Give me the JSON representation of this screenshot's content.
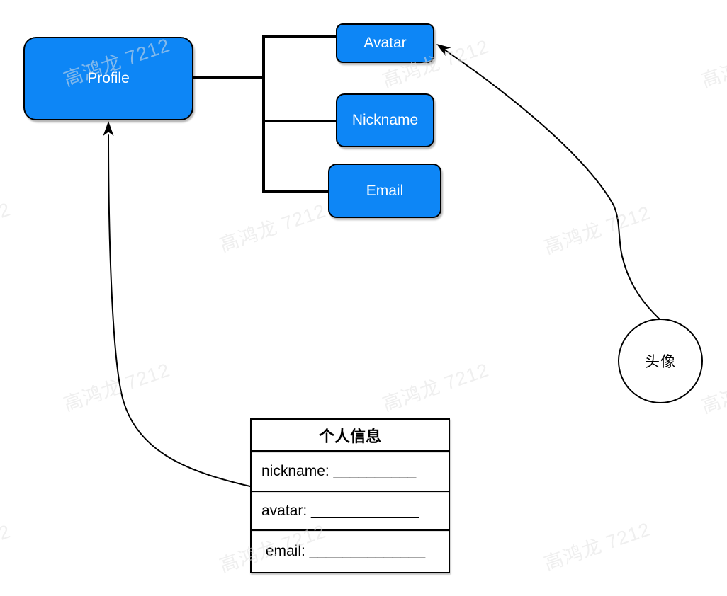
{
  "diagram": {
    "background": "#ffffff",
    "node_fill": "#0d86f6",
    "node_stroke": "#000000",
    "root": {
      "label": "Profile"
    },
    "branches": [
      {
        "label": "Avatar"
      },
      {
        "label": "Nickname"
      },
      {
        "label": "Email"
      }
    ],
    "circle_node": {
      "label": "头像"
    },
    "info_table": {
      "title": "个人信息",
      "rows": [
        {
          "text": "nickname: __________"
        },
        {
          "text": "avatar: _____________"
        },
        {
          "text": " email: ______________"
        }
      ]
    },
    "watermark": {
      "text": "高鸿龙 7212"
    }
  }
}
